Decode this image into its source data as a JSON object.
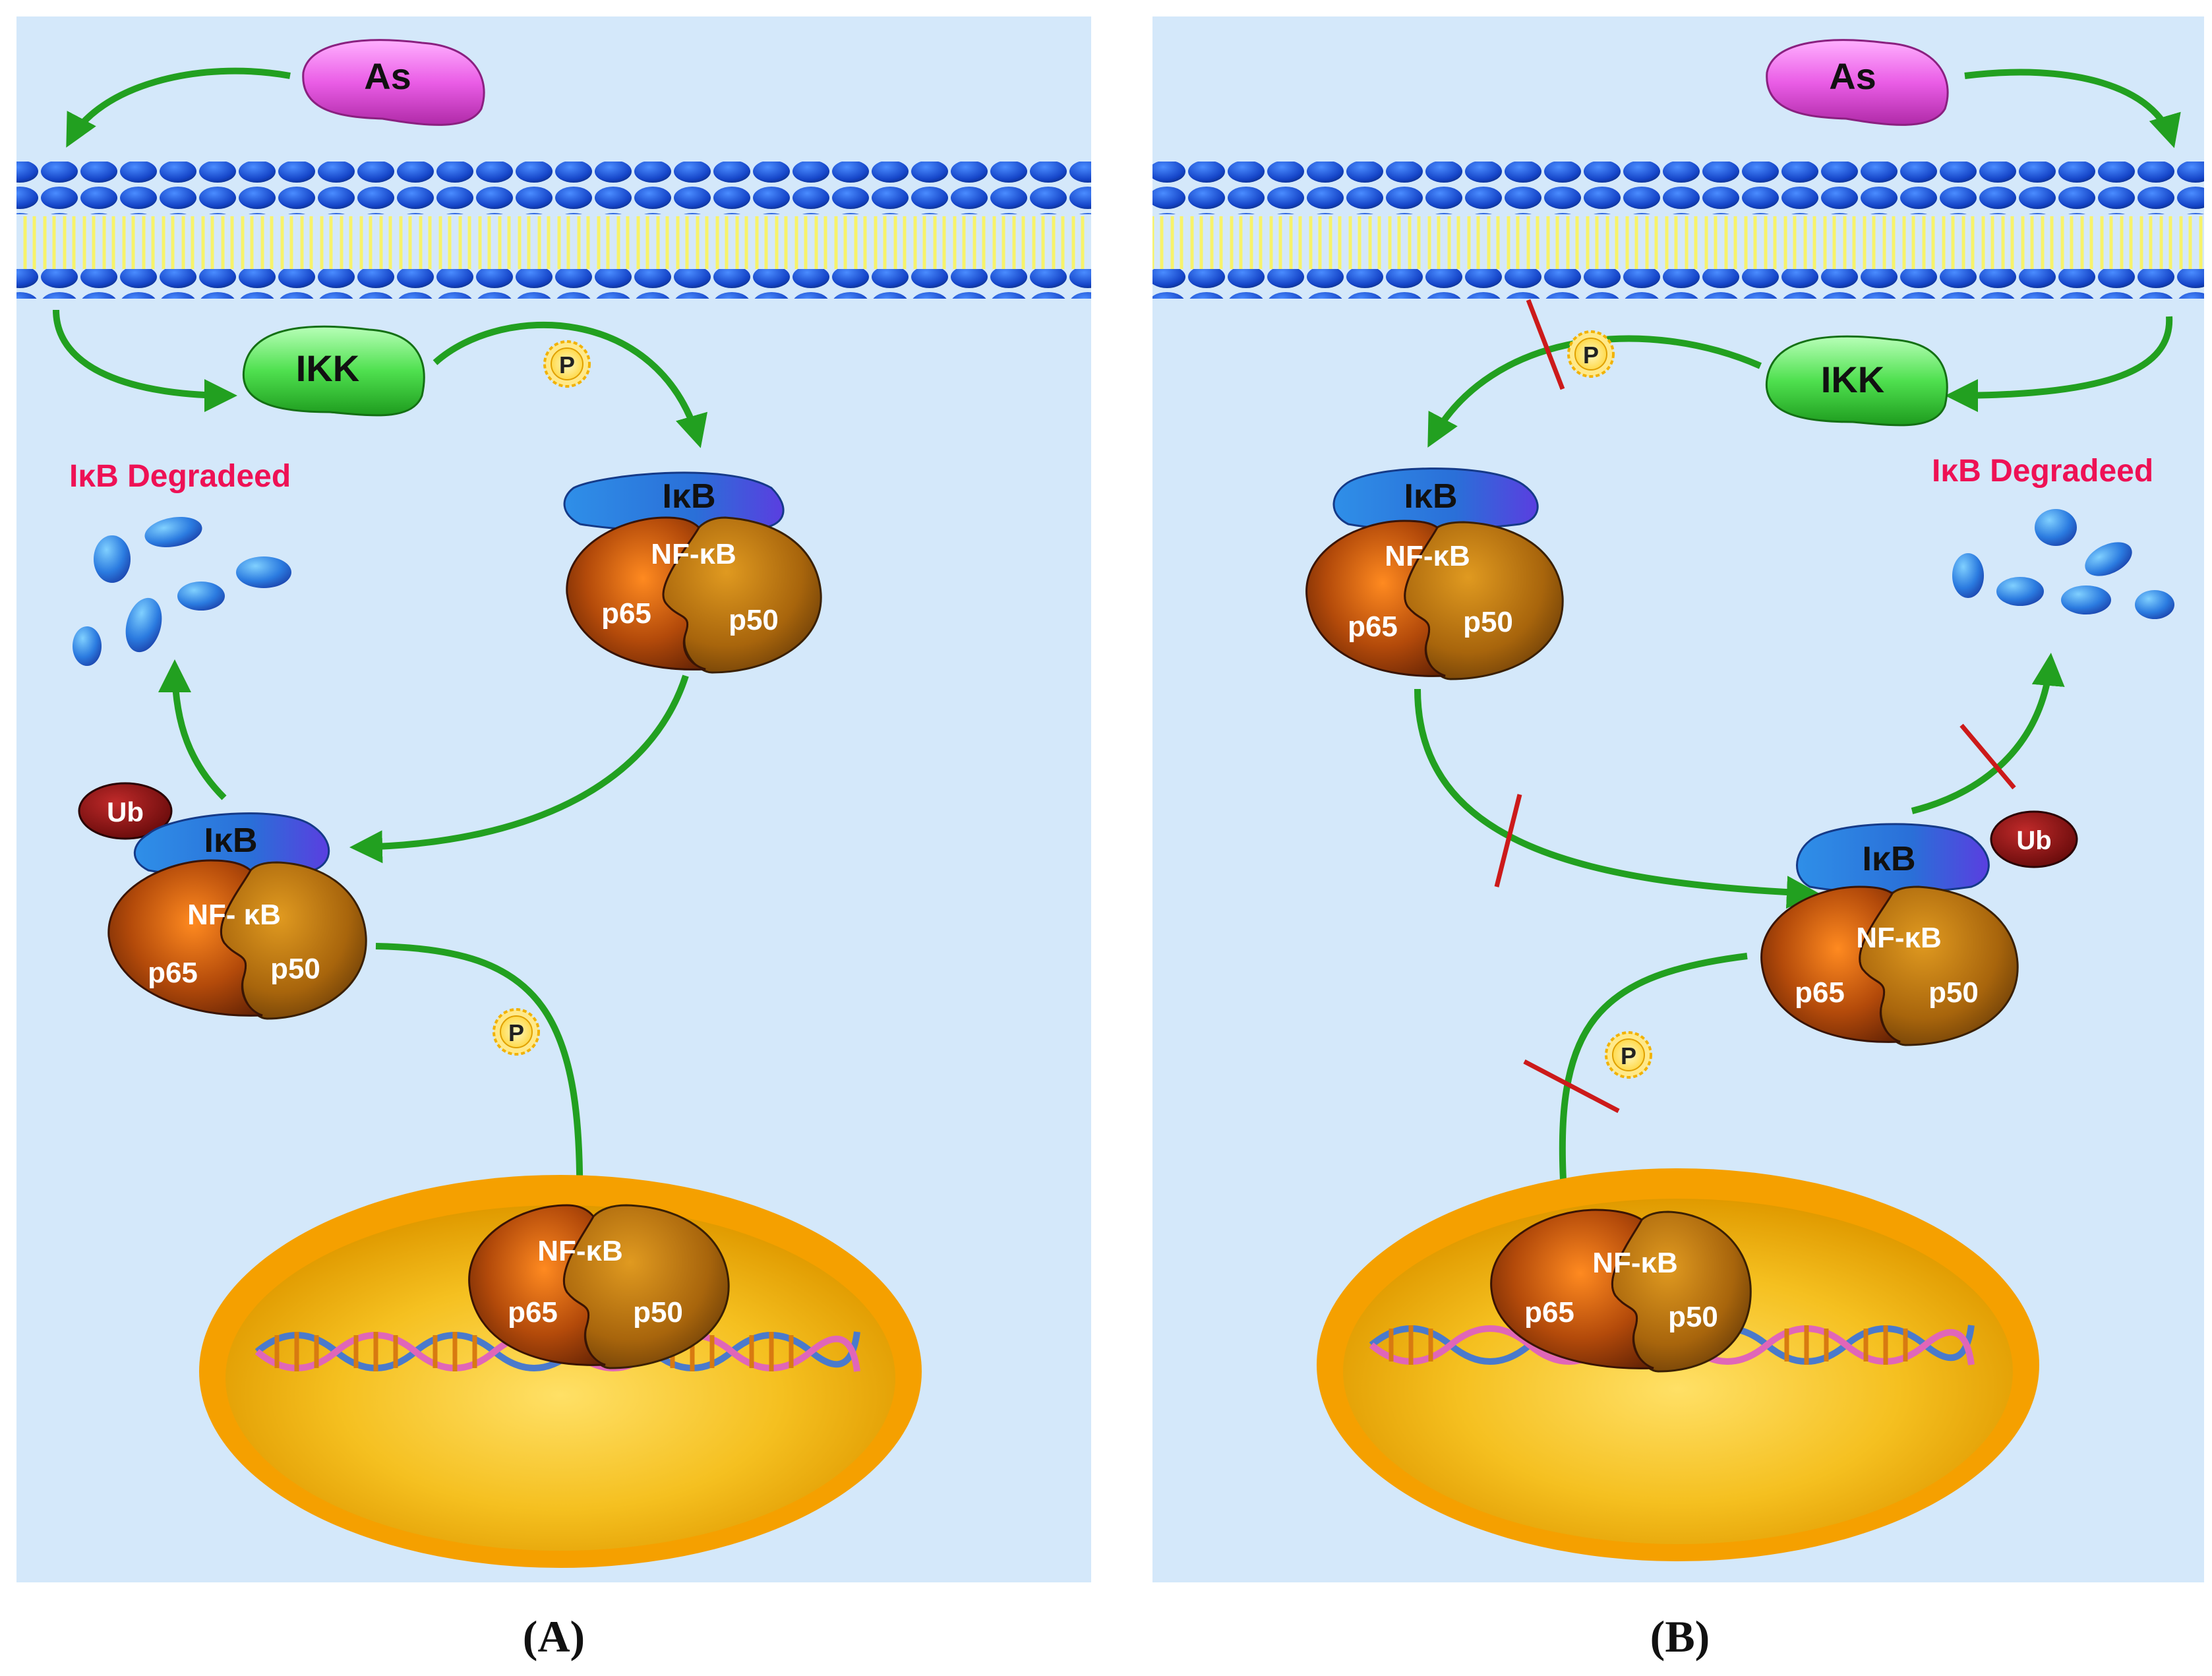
{
  "colors": {
    "cytoplasm": "#d4e8fa",
    "arrow": "#22a020",
    "block_mark": "#cc1a1a",
    "degraded_text": "#ee1155",
    "as_protein": "#e85de0",
    "ikk_protein": "#4fe04f",
    "ikb_protein": "#2a6fd8",
    "nfkb_p65": "#9c3d08",
    "nfkb_p50": "#a8690c",
    "nucleus_outer": "#f5a000",
    "nucleus_inner": "#f2b800",
    "ub": "#7a0a0a"
  },
  "panel_a": {
    "label": "A",
    "as_label": "As",
    "ikk_label": "IKK",
    "phospho_label": "P",
    "degraded_label": "IκB Degradeed",
    "ub_label": "Ub",
    "complex_top": {
      "ikb": "IκB",
      "nfkb": "NF-κB",
      "p65": "p65",
      "p50": "p50"
    },
    "complex_mid": {
      "ikb": "IκB",
      "nfkb": "NF- κB",
      "p65": "p65",
      "p50": "p50"
    },
    "complex_nuc": {
      "nfkb": "NF-κB",
      "p65": "p65",
      "p50": "p50"
    }
  },
  "panel_b": {
    "label": "B",
    "as_label": "As",
    "ikk_label": "IKK",
    "phospho_label": "P",
    "degraded_label": "IκB Degradeed",
    "ub_label": "Ub",
    "complex_top": {
      "ikb": "IκB",
      "nfkb": "NF-κB",
      "p65": "p65",
      "p50": "p50"
    },
    "complex_mid": {
      "ikb": "IκB",
      "nfkb": "NF-κB",
      "p65": "p65",
      "p50": "p50"
    },
    "complex_nuc": {
      "nfkb": "NF-κB",
      "p65": "p65",
      "p50": "p50"
    }
  }
}
